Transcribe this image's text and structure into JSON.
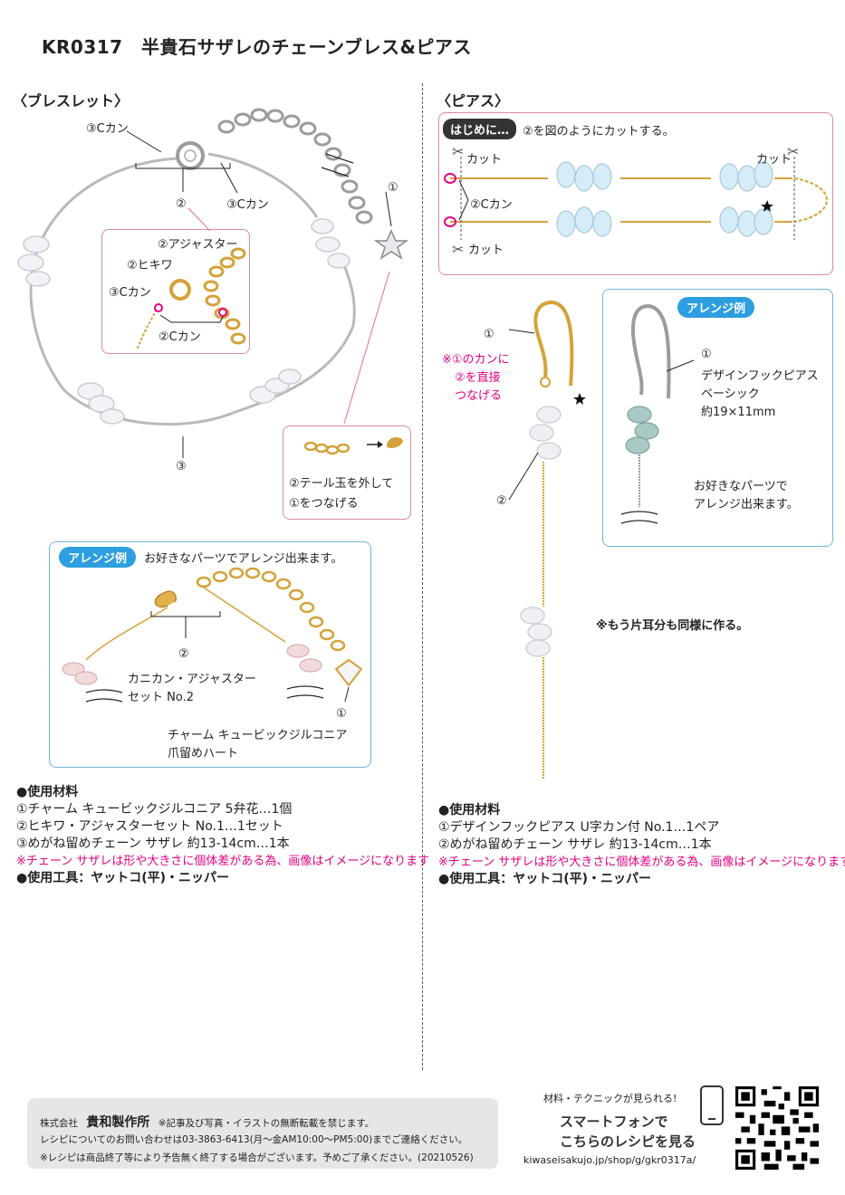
{
  "title": "KR0317　半貴石サザレのチェーンブレス&ピアス",
  "bracelet": {
    "heading": "〈ブレスレット〉",
    "labels": {
      "c_kan_top_left": "③Cカン",
      "c_kan_top_right": "③Cカン",
      "part2": "②",
      "part1": "①",
      "part3": "③",
      "adjuster": "②アジャスター",
      "hikiwa": "②ヒキワ",
      "c_kan_3": "③Cカン",
      "c_kan_2": "②Cカン"
    },
    "tail_note": [
      "②テール玉を外して",
      "①をつなげる"
    ],
    "arrange": {
      "tag": "アレンジ例",
      "text": "お好きなパーツでアレンジ出来ます。",
      "part2": "②",
      "part2_name": [
        "カニカン・アジャスター",
        "セット No.2"
      ],
      "part1": "①",
      "part1_name": [
        "チャーム キュービックジルコニア",
        "爪留めハート"
      ]
    },
    "materials": {
      "heading": "●使用材料",
      "items": [
        "①チャーム キュービックジルコニア 5弁花…1個",
        "②ヒキワ・アジャスターセット No.1…1セット",
        "③めがね留めチェーン サザレ 約13-14cm…1本"
      ],
      "note": "※チェーン サザレは形や大きさに個体差がある為、画像はイメージになります",
      "tools": "●使用工具：ヤットコ(平)・ニッパー"
    }
  },
  "pierce": {
    "heading": "〈ピアス〉",
    "intro_tag": "はじめに…",
    "intro_text": "②を図のようにカットする。",
    "cut_left_top": "カット",
    "cut_left_bottom": "カット",
    "cut_right": "カット",
    "c_kan": "②Cカン",
    "part1": "①",
    "part2": "②",
    "note": [
      "※①のカンに",
      "②を直接",
      "つなげる"
    ],
    "arrange": {
      "tag": "アレンジ例",
      "part1": "①",
      "part1_name": [
        "デザインフックピアス",
        "ベーシック",
        "約19×11mm"
      ],
      "text": [
        "お好きなパーツで",
        "アレンジ出来ます。"
      ]
    },
    "other_ear": "※もう片耳分も同様に作る。",
    "materials": {
      "heading": "●使用材料",
      "items": [
        "①デザインフックピアス U字カン付 No.1…1ペア",
        "②めがね留めチェーン サザレ 約13-14cm…1本"
      ],
      "note": "※チェーン サザレは形や大きさに個体差がある為、画像はイメージになります",
      "tools": "●使用工具：ヤットコ(平)・ニッパー"
    }
  },
  "footer": {
    "company_prefix": "株式会社",
    "company": "貴和製作所",
    "copyright": "※記事及び写真・イラストの無断転載を禁じます。",
    "contact": "レシピについてのお問い合わせは03-3863-6413(月〜金AM10:00〜PM5:00)までご連絡ください。",
    "end_note": "※レシピは商品終了等により予告無く終了する場合がございます。予めご了承ください。(20210526)"
  },
  "smartphone": {
    "caption": "材料・テクニックが見られる!",
    "line1": "スマートフォンで",
    "line2": "こちらのレシピを見る",
    "url": "kiwaseisakujo.jp/shop/g/gkr0317a/"
  },
  "colors": {
    "pink": "#e4007f",
    "blue": "#2d9ee0",
    "gold": "#d4a23a",
    "silver": "#a8a8a8"
  }
}
